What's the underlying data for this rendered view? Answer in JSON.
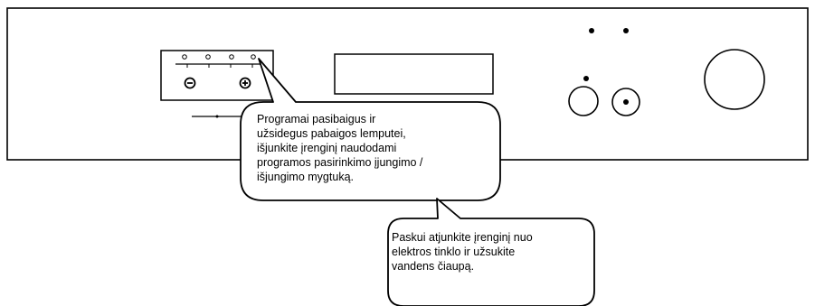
{
  "callouts": [
    {
      "lines": [
        "Programai pasibaigus ir",
        "užsidegus pabaigos lemputei,",
        "išjunkite įrenginį naudodami",
        "programos pasirinkimo įjungimo /",
        "išjungimo mygtuką."
      ]
    },
    {
      "lines": [
        "Paskui atjunkite įrenginį nuo",
        "elektros tinklo ir užsukite",
        "vandens čiaupą."
      ]
    }
  ],
  "colors": {
    "stroke": "#000000",
    "fill": "#ffffff"
  },
  "icons": {
    "minus_button": "minus-in-circle",
    "plus_button": "plus-in-circle",
    "indicator_lamps": "small-circles",
    "program_dial": "large-circle"
  }
}
